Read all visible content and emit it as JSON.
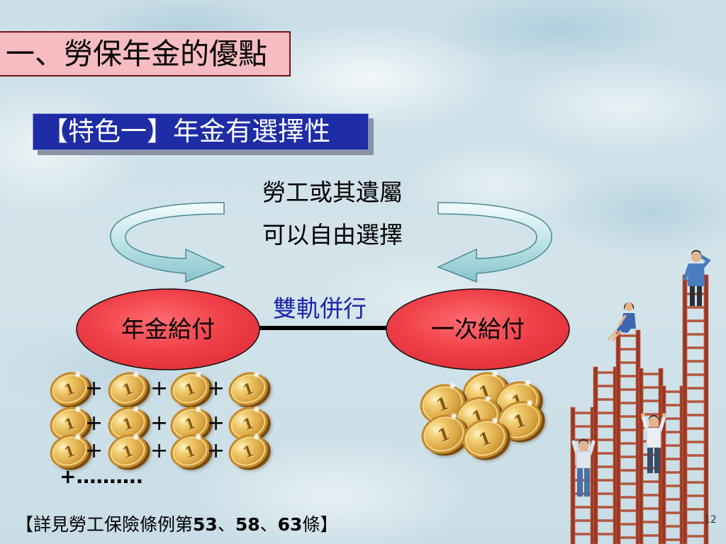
{
  "slide": {
    "title": "一、勞保年金的優點",
    "feature_heading": "【特色一】年金有選擇性",
    "choice_text": [
      "勞工或其遺屬",
      "可以自由選擇"
    ],
    "parallel_label": "雙軌併行",
    "options": {
      "left": "年金給付",
      "right": "一次給付"
    },
    "coin_face": "1",
    "plus_sign": "+",
    "continuation": "+……….",
    "footer": {
      "prefix": "【詳見勞工保險條例第",
      "articles": [
        "53",
        "58",
        "63"
      ],
      "separator": "、",
      "suffix": "條】"
    },
    "page_number": "12"
  },
  "colors": {
    "title_fill": "#f6bcc2",
    "title_border": "#7a1216",
    "heading_fill": "#1e2ca6",
    "heading_text": "#ffffff",
    "option_fill": "#ee3e47",
    "parallel_text": "#1b24a8",
    "arrow_fill": "#bfe4e9",
    "coin_gold": "#d9a441",
    "ladder_wood": "#9a3823"
  }
}
